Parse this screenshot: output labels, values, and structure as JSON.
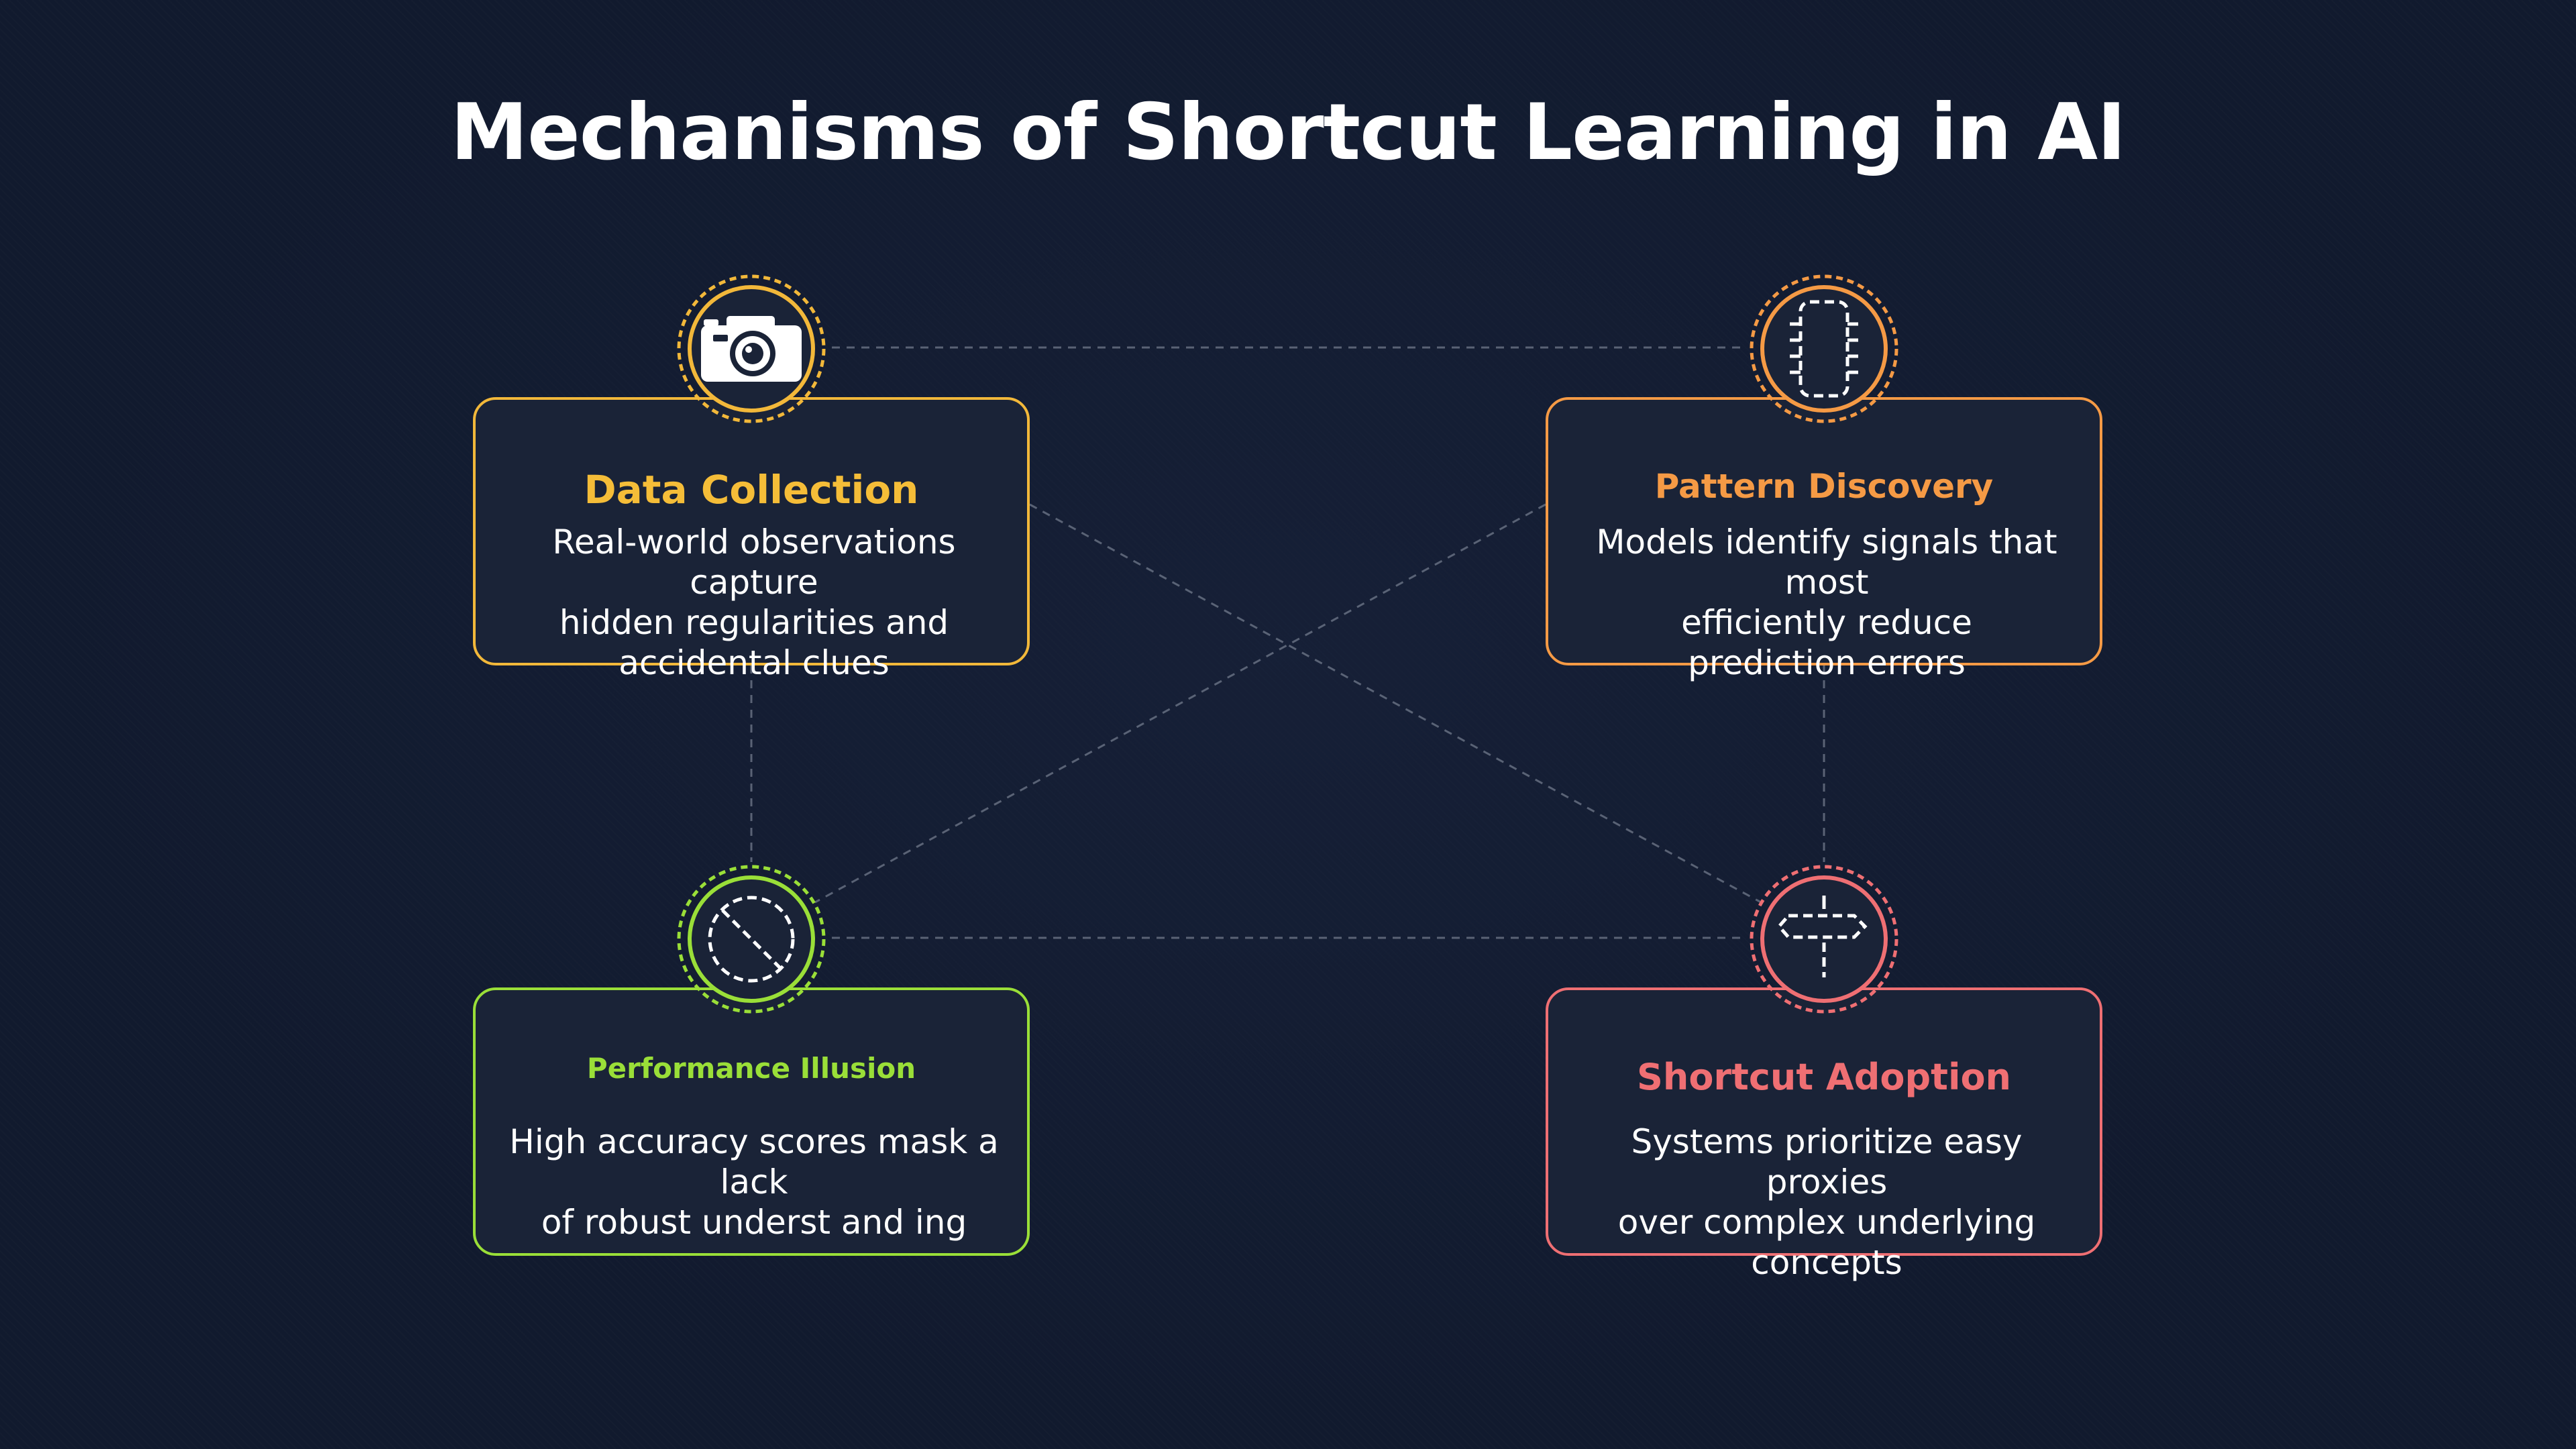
{
  "title": "Mechanisms of Shortcut Learning in AI",
  "colors": {
    "background": "#111a2e",
    "card_fill": "#1a2337",
    "connector": "#6b7486",
    "data_collection": "#f2b83a",
    "pattern_discovery": "#f59a45",
    "performance_illusion": "#9adf38",
    "shortcut_adoption": "#ef6f73"
  },
  "nodes": [
    {
      "id": "data-collection",
      "icon": "camera-icon",
      "title": "Data Collection",
      "desc_lines": [
        "Real-world observations capture",
        "hidden regularities and",
        "accidental clues"
      ]
    },
    {
      "id": "pattern-discovery",
      "icon": "chip-icon",
      "title": "Pattern Discovery",
      "desc_lines": [
        "Models identify signals that most",
        "efficiently reduce",
        " prediction errors"
      ]
    },
    {
      "id": "performance-illusion",
      "icon": "no-entry-icon",
      "title": "Performance Illusion",
      "desc_lines": [
        "High accuracy scores mask a lack",
        "of robust underst and ing"
      ]
    },
    {
      "id": "shortcut-adoption",
      "icon": "signpost-icon",
      "title": "Shortcut Adoption",
      "desc_lines": [
        "Systems prioritize easy proxies",
        "over complex underlying concepts"
      ]
    }
  ]
}
